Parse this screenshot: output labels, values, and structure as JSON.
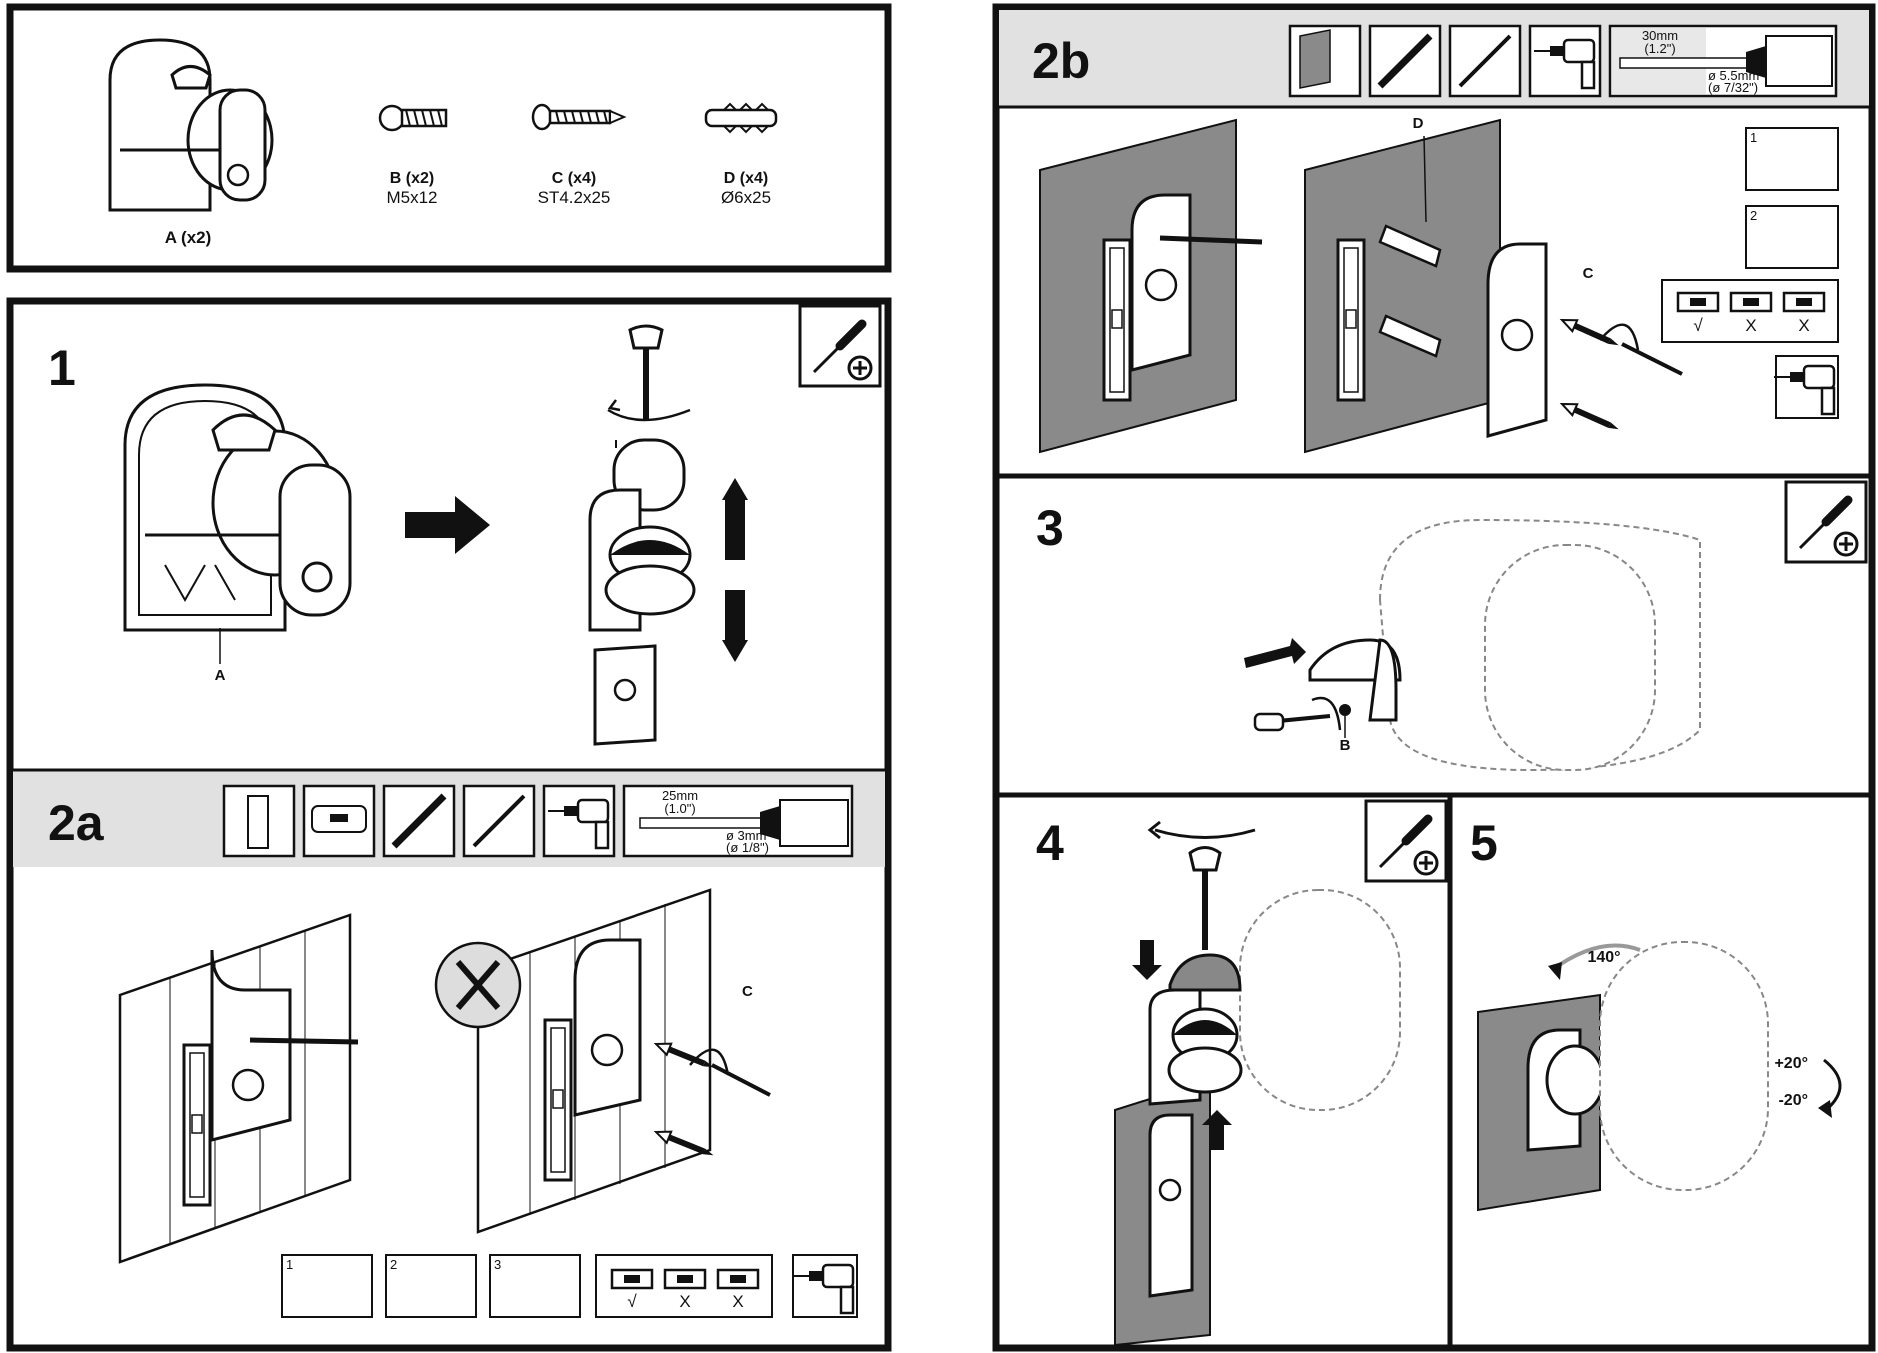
{
  "parts": [
    {
      "id": "A",
      "label": "A (x2)",
      "spec": ""
    },
    {
      "id": "B",
      "label": "B (x2)",
      "spec": "M5x12"
    },
    {
      "id": "C",
      "label": "C (x4)",
      "spec": "ST4.2x25"
    },
    {
      "id": "D",
      "label": "D (x4)",
      "spec": "Ø6x25"
    }
  ],
  "steps": {
    "s1": {
      "number": "1",
      "callout_a": "A"
    },
    "s2a": {
      "number": "2a",
      "drill_depth": "25mm",
      "drill_depth_in": "(1.0\")",
      "drill_bit": "ø 3mm",
      "drill_bit_in": "(ø 1/8\")",
      "callout_c": "C",
      "checks": [
        "√",
        "X",
        "X"
      ],
      "sub": [
        "1",
        "2",
        "3"
      ]
    },
    "s2b": {
      "number": "2b",
      "drill_depth": "30mm",
      "drill_depth_in": "(1.2\")",
      "drill_bit": "ø 5.5mm",
      "drill_bit_in": "(ø 7/32\")",
      "callout_c": "C",
      "callout_d": "D",
      "checks": [
        "√",
        "X",
        "X"
      ],
      "sub": [
        "1",
        "2"
      ]
    },
    "s3": {
      "number": "3",
      "callout_b": "B"
    },
    "s4": {
      "number": "4"
    },
    "s5": {
      "number": "5",
      "swivel": "140°",
      "tilt_up": "+20°",
      "tilt_down": "-20°"
    }
  },
  "colors": {
    "line": "#111111",
    "band": "#e1e1e1",
    "wall": "#8a8a8a"
  }
}
